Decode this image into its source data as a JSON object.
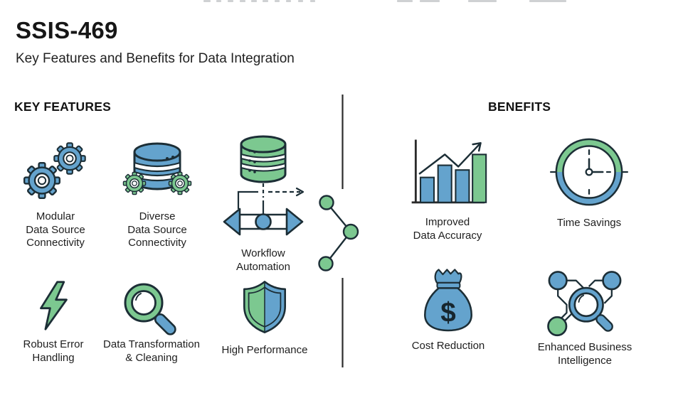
{
  "header": {
    "title": "SSIS-469",
    "subtitle": "Key Features and Benefits for Data Integration"
  },
  "features": {
    "heading": "KEY FEATURES",
    "items": [
      {
        "label": "Modular\nData Source\nConnectivity",
        "icon": "gears-icon"
      },
      {
        "label": "Diverse\nData Source\nConnectivity",
        "icon": "database-gears-icon"
      },
      {
        "label": "Workflow\nAutomation",
        "icon": "database-workflow-icon"
      },
      {
        "label": "Robust Error\nHandling",
        "icon": "lightning-bolt-icon"
      },
      {
        "label": "Data Transformation\n& Cleaning",
        "icon": "magnifier-icon"
      },
      {
        "label": "High Performance",
        "icon": "shield-icon"
      }
    ]
  },
  "benefits": {
    "heading": "BENEFITS",
    "items": [
      {
        "label": "Improved\nData Accuracy",
        "icon": "bar-chart-growth-icon"
      },
      {
        "label": "Time Savings",
        "icon": "clock-icon"
      },
      {
        "label": "Cost Reduction",
        "icon": "money-bag-icon",
        "symbol": "$"
      },
      {
        "label": "Enhanced Business\nIntelligence",
        "icon": "network-magnifier-icon"
      }
    ]
  },
  "colors": {
    "blue": "#64a3cd",
    "green": "#7cc890",
    "outline": "#1c2e36",
    "text": "#1e1e1e"
  }
}
